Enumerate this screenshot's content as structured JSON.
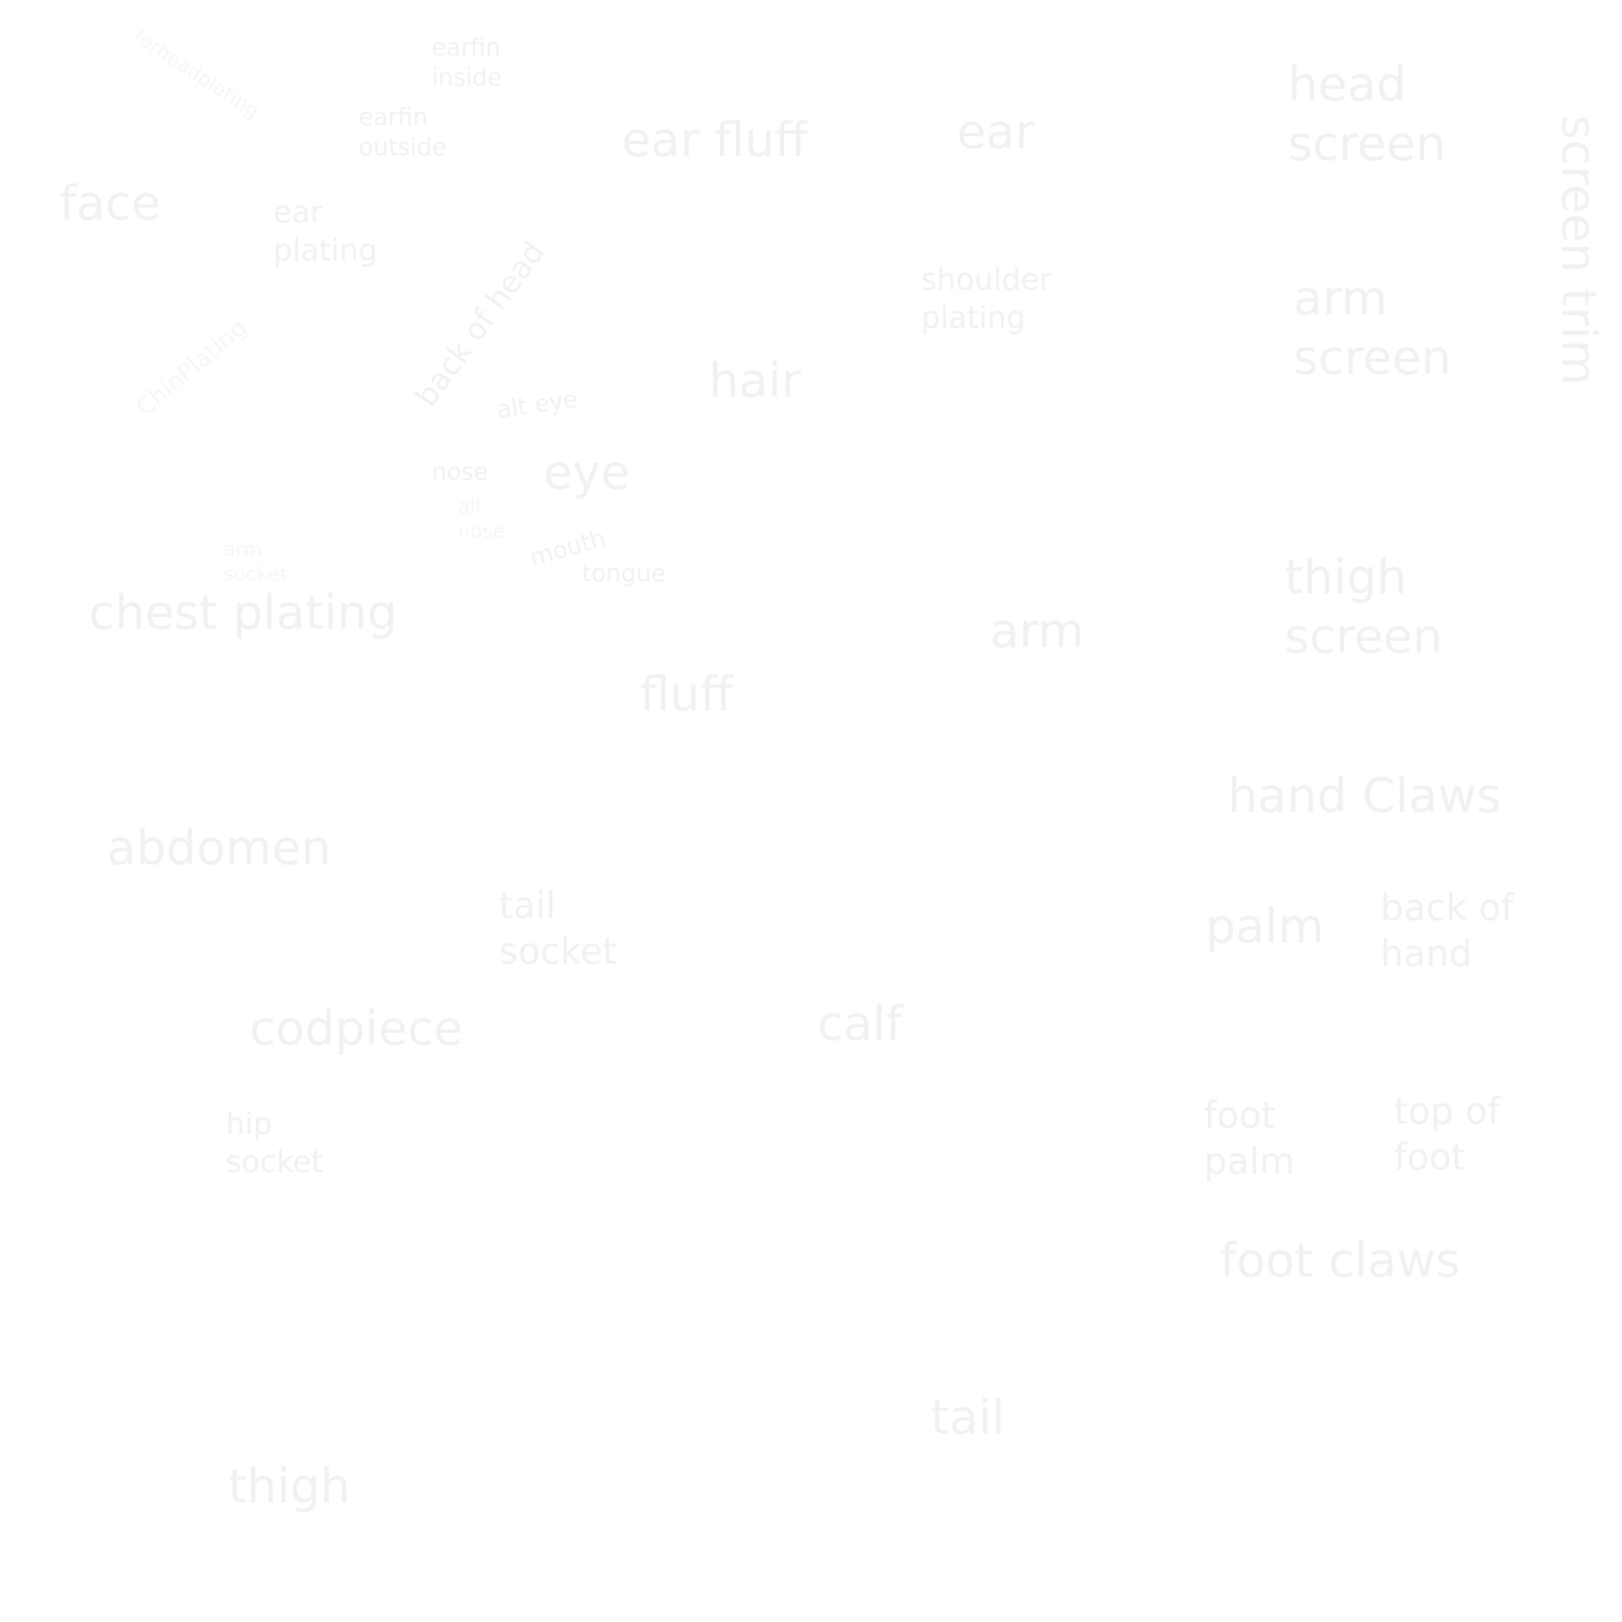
{
  "labels": {
    "forheadplating": "forheadplating",
    "earfin_inside": "earfin\ninside",
    "earfin_outside": "earfin\noutside",
    "ear_fluff": "ear fluff",
    "ear": "ear",
    "head_screen": "head\nscreen",
    "screen_trim": "screen trim",
    "face": "face",
    "ear_plating": "ear\nplating",
    "back_of_head": "back of head",
    "chin_plating": "ChinPlating",
    "shoulder_plating": "shoulder\nplating",
    "arm_screen": "arm\nscreen",
    "hair": "hair",
    "alt_eye": "alt eye",
    "nose": "nose",
    "eye": "eye",
    "alt_nose": "alt\nnose",
    "arm_socket": "arm\nsocket",
    "mouth": "mouth",
    "tongue": "tongue",
    "chest_plating": "chest plating",
    "thigh_screen": "thigh\nscreen",
    "arm": "arm",
    "fluff": "fluff",
    "hand_claws": "hand Claws",
    "abdomen": "abdomen",
    "tail_socket": "tail\nsocket",
    "palm": "palm",
    "back_of_hand": "back of\nhand",
    "codpiece": "codpiece",
    "calf": "calf",
    "hip_socket": "hip\nsocket",
    "foot_palm": "foot\npalm",
    "top_of_foot": "top of\nfoot",
    "foot_claws": "foot claws",
    "tail": "tail",
    "thigh": "thigh"
  }
}
